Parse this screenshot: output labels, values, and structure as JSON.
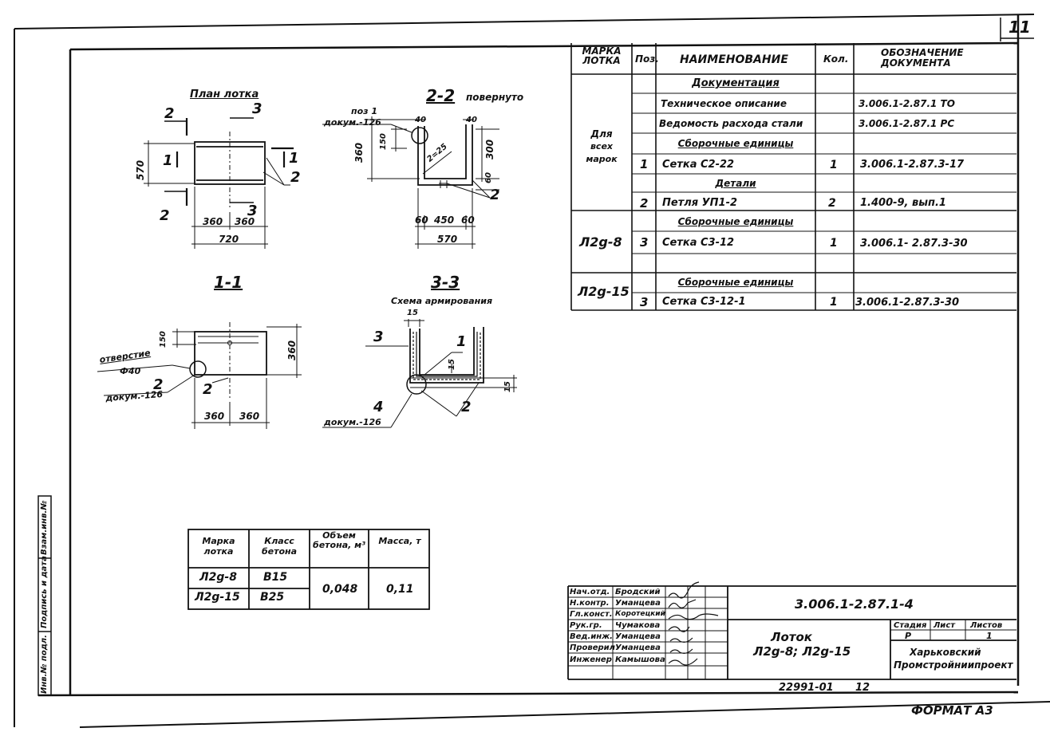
{
  "sheet_number": "11",
  "format_label": "ФОРМАТ А3",
  "bottom_number": "22991-01",
  "bottom_page": "12",
  "side_stamp": {
    "cells": [
      "Инв.№ подл.",
      "Подпись и дата",
      "Взам.инв.№"
    ]
  },
  "spec_table": {
    "headers": [
      "МАРКА ЛОТКА",
      "Поз.",
      "НАИМЕНОВАНИЕ",
      "Кол.",
      "ОБОЗНАЧЕНИЕ ДОКУМЕНТА"
    ],
    "marka_all": [
      "Для",
      "всех",
      "марок"
    ],
    "rows": [
      {
        "pos": "",
        "name": "Документация",
        "qty": "",
        "doc": ""
      },
      {
        "pos": "",
        "name": "Техническое описание",
        "qty": "",
        "doc": "3.006.1-2.87.1   ТО"
      },
      {
        "pos": "",
        "name": "Ведомость расхода стали",
        "qty": "",
        "doc": "3.006.1-2.87.1   РС"
      },
      {
        "pos": "",
        "name": "Сборочные единицы",
        "qty": "",
        "doc": ""
      },
      {
        "pos": "1",
        "name": "Сетка С2-22",
        "qty": "1",
        "doc": "3.006.1-2.87.3-17"
      },
      {
        "pos": "",
        "name": "Детали",
        "qty": "",
        "doc": ""
      },
      {
        "pos": "2",
        "name": "Петля УП1-2",
        "qty": "2",
        "doc": "1.400-9, вып.1"
      },
      {
        "pos": "",
        "name": "Сборочные единицы",
        "qty": "",
        "doc": ""
      },
      {
        "pos": "3",
        "name": "Сетка С3-12",
        "qty": "1",
        "doc": "3.006.1- 2.87.3-30"
      },
      {
        "pos": "",
        "name": "",
        "qty": "",
        "doc": ""
      },
      {
        "pos": "",
        "name": "Сборочные единицы",
        "qty": "",
        "doc": ""
      },
      {
        "pos": "3",
        "name": "Сетка С3-12-1",
        "qty": "1",
        "doc": "3.006.1-2.87.3-30"
      }
    ],
    "marka_l8": "Л2g-8",
    "marka_l15": "Л2g-15"
  },
  "views": {
    "plan_title": "План лотка",
    "section22_title": "2-2",
    "section22_note": "повернуто",
    "section11_title": "1-1",
    "section33_title": "3-3",
    "section33_note": "Схема армирования",
    "plan_dims": {
      "w_left": "360",
      "w_right": "360",
      "w_total": "720",
      "h": "570"
    },
    "plan_marks": {
      "cut2_top": "2",
      "cut3_top": "3",
      "cut1_left": "1",
      "cut1_right": "1",
      "cut2_bot": "2",
      "cut3_bot": "3",
      "pos2": "2"
    },
    "s22_labels": {
      "pos1": "поз 1",
      "doc126": "докум.-126",
      "d40a": "40",
      "d40b": "40",
      "d150": "150",
      "d360": "360",
      "d300": "300",
      "d60": "60",
      "ang": "2=25",
      "pos2": "2",
      "b60a": "60",
      "b450": "450",
      "b60b": "60",
      "b570": "570"
    },
    "s11_labels": {
      "hole": "отверстие",
      "phi": "Ф40",
      "pos2a": "2",
      "doc126": "докум.-126",
      "pos2b": "2",
      "d150": "150",
      "d360": "360",
      "w1": "360",
      "w2": "360"
    },
    "s33_labels": {
      "d15top": "15",
      "pos3": "3",
      "pos1": "1",
      "d15in": "15",
      "d15r": "15",
      "pos4": "4",
      "doc126": "докум.-126",
      "pos2": "2"
    }
  },
  "mass_table": {
    "headers": [
      "Марка лотка",
      "Класс бетона",
      "Объем бетона, м³",
      "Масса, т"
    ],
    "rows": [
      {
        "mark": "Л2g-8",
        "cls": "В15"
      },
      {
        "mark": "Л2g-15",
        "cls": "В25"
      }
    ],
    "volume": "0,048",
    "mass": "0,11"
  },
  "title_block": {
    "doc_code": "3.006.1-2.87.1-4",
    "roles": [
      "Нач.отд.",
      "Н.контр.",
      "Гл.конст.",
      "Рук.гр.",
      "Вед.инж.",
      "Проверил",
      "Инженер"
    ],
    "names": [
      "Бродский",
      "Уманцева",
      "Коротецкий",
      "Чумакова",
      "Уманцева",
      "Уманцева",
      "Камышова"
    ],
    "title_line1": "Лоток",
    "title_line2": "Л2g-8; Л2g-15",
    "stage_header": "Стадия",
    "sheet_header": "Лист",
    "sheets_header": "Листов",
    "stage": "Р",
    "sheets": "1",
    "org_line1": "Харьковский",
    "org_line2": "Промстройниипроект"
  }
}
